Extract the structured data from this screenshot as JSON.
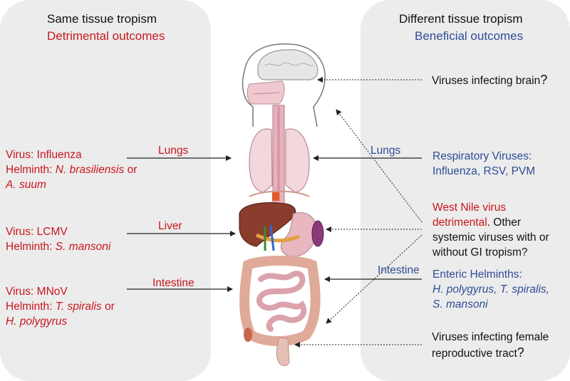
{
  "left_header": {
    "title": "Same tissue tropism",
    "subtitle": "Detrimental outcomes"
  },
  "right_header": {
    "title": "Different tissue tropism",
    "subtitle": "Beneficial outcomes"
  },
  "left_groups": [
    {
      "virus_label": "Virus:",
      "virus": "Influenza",
      "helminth_label": "Helminth:",
      "helminth": "N. brasiliensis",
      "connector": "or",
      "helminth2": "A. suum",
      "organ": "Lungs"
    },
    {
      "virus_label": "Virus:",
      "virus": "LCMV",
      "helminth_label": "Helminth:",
      "helminth": "S. mansoni",
      "organ": "Liver"
    },
    {
      "virus_label": "Virus:",
      "virus": "MNoV",
      "helminth_label": "Helminth:",
      "helminth": "T. spiralis",
      "connector": "or",
      "helminth2": "H. polygyrus",
      "organ": "Intestine"
    }
  ],
  "right_items": {
    "brain": {
      "text": "Viruses infecting brain",
      "mark": "?"
    },
    "lungs_label": "Lungs",
    "respiratory": {
      "line1": "Respiratory Viruses:",
      "line2": "Influenza, RSV, PVM"
    },
    "west_nile": {
      "red1": "West Nile virus",
      "red2": "detrimental",
      "black2": ". Other",
      "line3": "systemic viruses with or",
      "line4": "without GI tropism?"
    },
    "intestine_label": "Intestine",
    "enteric": {
      "line1": "Enteric Helminths:",
      "line2": "H. polygyrus, T. spiralis,",
      "line3": "S. mansoni"
    },
    "female": {
      "line1": "Viruses infecting female",
      "line2": "reproductive tract",
      "mark": "?"
    }
  },
  "colors": {
    "detrimental": "#c8161d",
    "beneficial": "#2e4c95",
    "panel": "#ececec"
  }
}
